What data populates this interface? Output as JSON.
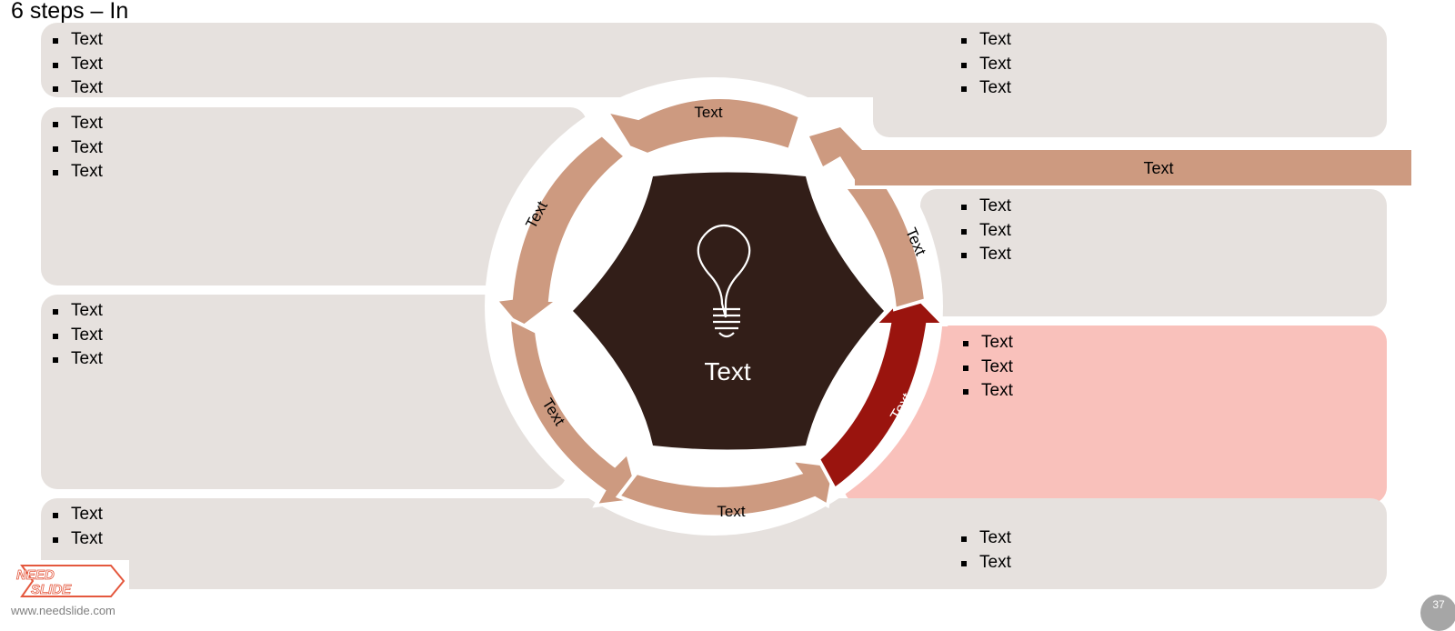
{
  "slide": {
    "title": "6 steps – In",
    "footer_url": "www.needslide.com",
    "logo_line1": "NEED",
    "logo_line2": "SLIDE",
    "page_number": "37"
  },
  "panels": {
    "top_left": [
      "Text",
      "Text",
      "Text"
    ],
    "top_right": [
      "Text",
      "Text",
      "Text"
    ],
    "left_upper": [
      "Text",
      "Text",
      "Text"
    ],
    "right_upper": [
      "Text",
      "Text",
      "Text"
    ],
    "left_lower": [
      "Text",
      "Text",
      "Text"
    ],
    "right_lower": [
      "Text",
      "Text",
      "Text"
    ],
    "bottom_left": [
      "Text",
      "Text"
    ],
    "bottom_right": [
      "Text",
      "Text"
    ]
  },
  "cycle": {
    "center_label": "Text",
    "center_icon": "lightbulb-icon",
    "entry_arrow_label": "Text",
    "arrows": {
      "top": "Text",
      "left_upper": "Text",
      "left_lower": "Text",
      "bottom": "Text",
      "right_lower": "Text",
      "right_upper": "Text"
    }
  },
  "colors": {
    "panel": "#e6e1de",
    "panel_highlight": "#f9c1bb",
    "arrow": "#cd9a80",
    "arrow_highlight": "#9a140e",
    "center": "#321e18"
  }
}
